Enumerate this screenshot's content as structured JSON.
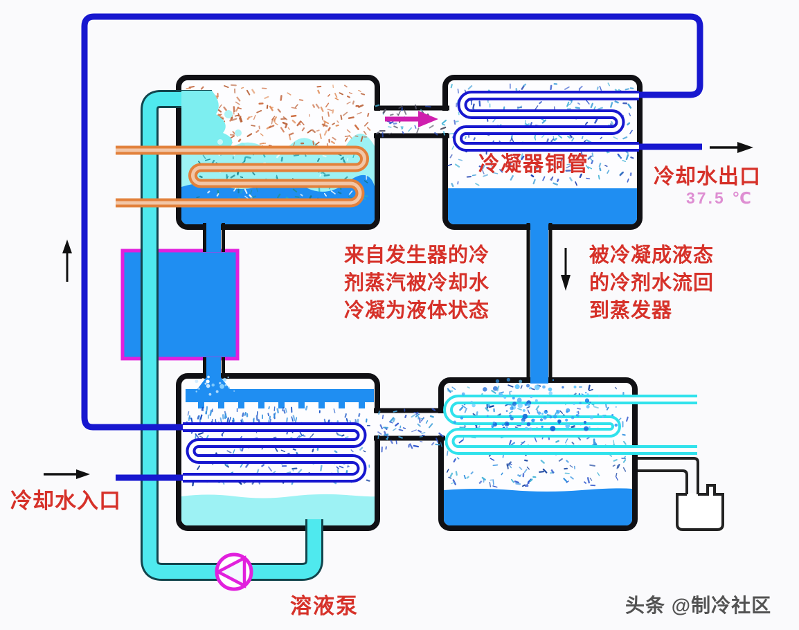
{
  "labels": {
    "condenser_tube": "冷凝器铜管",
    "cooling_water_outlet": "冷却水出口",
    "outlet_temp": "37.5 ℃",
    "note_condensing": {
      "lines": [
        "来自发生器的冷",
        "剂蒸汽被冷却水",
        "冷凝为液体状态"
      ]
    },
    "note_return": {
      "lines": [
        "被冷凝成液态",
        "的冷剂水流回",
        "到蒸发器"
      ]
    },
    "cooling_water_inlet": "冷却水入口",
    "solution_pump": "溶液泵",
    "watermark": "头条 @制冷社区"
  },
  "colors": {
    "pipe_blue": "#1717cf",
    "pipe_cyan": "#4fe9ee",
    "coil_cyan": "#30e2ec",
    "water_blue": "#1f8ef2",
    "dilute_cyan": "#9df2f4",
    "heating_orange": "#e2813c",
    "magenta": "#e120dd",
    "label_red": "#d63129",
    "temp_pink": "#de8ed2",
    "wall_black": "#101014",
    "watermark_gray": "#3b3b3b"
  }
}
